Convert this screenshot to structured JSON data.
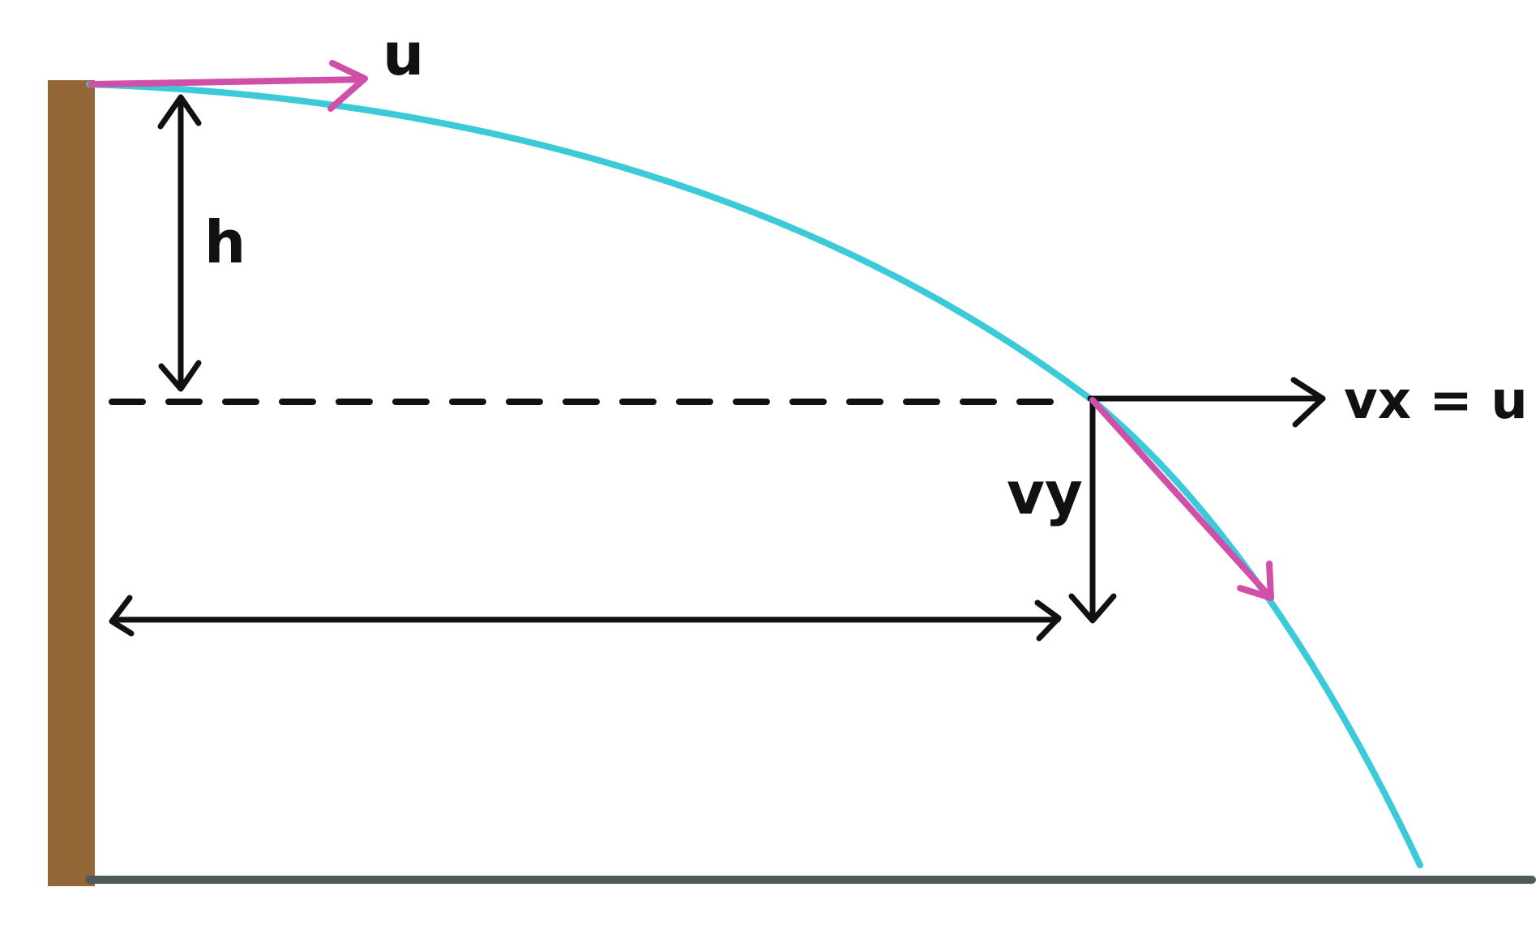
{
  "labels": {
    "initial_velocity": "u",
    "height": "h",
    "vertical_velocity": "vy",
    "horizontal_velocity": "vx = u"
  },
  "colors": {
    "wall": "#946535",
    "ground": "#505a5c",
    "trajectory": "#3ccad9",
    "velocity_vector": "#d04fa9",
    "annotation": "#111111",
    "background": "#ffffff"
  }
}
